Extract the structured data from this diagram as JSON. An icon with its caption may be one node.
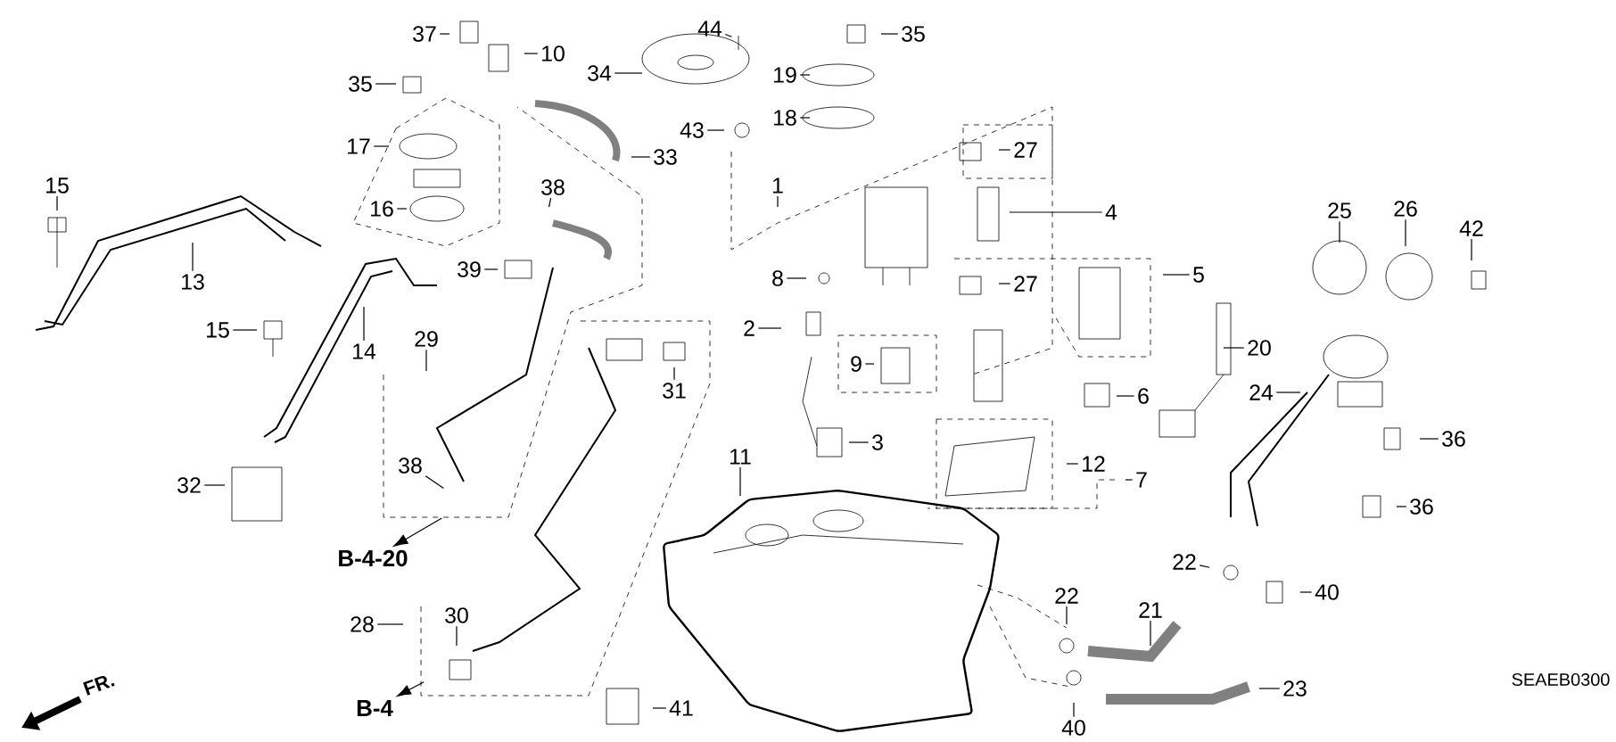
{
  "diagram": {
    "nodes": [
      {
        "text": [
          "37"
        ]
      },
      {
        "text": [
          "44"
        ]
      },
      {
        "text": [
          "35"
        ]
      },
      {
        "text": [
          "10"
        ]
      },
      {
        "text": [
          "34"
        ]
      },
      {
        "text": [
          "19"
        ]
      },
      {
        "text": [
          "35"
        ]
      },
      {
        "text": [
          "18"
        ]
      },
      {
        "text": [
          "43"
        ]
      },
      {
        "text": [
          "17"
        ]
      },
      {
        "text": [
          "27"
        ]
      },
      {
        "text": [
          "33"
        ]
      },
      {
        "text": [
          "15"
        ]
      },
      {
        "text": [
          "1"
        ]
      },
      {
        "text": [
          "38"
        ]
      },
      {
        "text": [
          "16"
        ]
      },
      {
        "text": [
          "25"
        ]
      },
      {
        "text": [
          "26"
        ]
      },
      {
        "text": [
          "4"
        ]
      },
      {
        "text": [
          "42"
        ]
      },
      {
        "text": [
          "39"
        ]
      },
      {
        "text": [
          "5"
        ]
      },
      {
        "text": [
          "8"
        ]
      },
      {
        "text": [
          "13"
        ]
      },
      {
        "text": [
          "27"
        ]
      },
      {
        "text": [
          "2"
        ]
      },
      {
        "text": [
          "15"
        ]
      },
      {
        "text": [
          "29"
        ]
      },
      {
        "text": [
          "20"
        ]
      },
      {
        "text": [
          "14"
        ]
      },
      {
        "text": [
          "9"
        ]
      },
      {
        "text": [
          "31"
        ]
      },
      {
        "text": [
          "24"
        ]
      },
      {
        "text": [
          "6"
        ]
      },
      {
        "text": [
          "36"
        ]
      },
      {
        "text": [
          "3"
        ]
      },
      {
        "text": [
          "11"
        ]
      },
      {
        "text": [
          "12"
        ]
      },
      {
        "text": [
          "38"
        ]
      },
      {
        "text": [
          "7"
        ]
      },
      {
        "text": [
          "32"
        ]
      },
      {
        "text": [
          "36"
        ]
      },
      {
        "text": [
          "B-4-20"
        ]
      },
      {
        "text": [
          "22"
        ]
      },
      {
        "text": [
          "40"
        ]
      },
      {
        "text": [
          "22"
        ]
      },
      {
        "text": [
          "21"
        ]
      },
      {
        "text": [
          "30"
        ]
      },
      {
        "text": [
          "28"
        ]
      },
      {
        "text": [
          "23"
        ]
      },
      {
        "text": [
          "41"
        ]
      },
      {
        "text": [
          "B-4"
        ]
      },
      {
        "text": [
          "40"
        ]
      }
    ],
    "edges": [
      {
        "from": 0,
        "to": null,
        "arrow": "none"
      },
      {
        "from": 1,
        "to": null,
        "arrow": "none"
      },
      {
        "from": 2,
        "to": null,
        "arrow": "none"
      },
      {
        "from": 3,
        "to": null,
        "arrow": "none"
      },
      {
        "from": 4,
        "to": null,
        "arrow": "none"
      },
      {
        "from": 5,
        "to": null,
        "arrow": "none"
      },
      {
        "from": 6,
        "to": null,
        "arrow": "none"
      },
      {
        "from": 7,
        "to": null,
        "arrow": "none"
      },
      {
        "from": 8,
        "to": null,
        "arrow": "none"
      },
      {
        "from": 9,
        "to": null,
        "arrow": "none"
      },
      {
        "from": 10,
        "to": null,
        "arrow": "none"
      },
      {
        "from": 11,
        "to": null,
        "arrow": "none"
      },
      {
        "from": 12,
        "to": null,
        "arrow": "none"
      },
      {
        "from": 13,
        "to": null,
        "arrow": "none"
      },
      {
        "from": 14,
        "to": null,
        "arrow": "none"
      },
      {
        "from": 15,
        "to": null,
        "arrow": "none"
      },
      {
        "from": 16,
        "to": null,
        "arrow": "none"
      },
      {
        "from": 17,
        "to": null,
        "arrow": "none"
      },
      {
        "from": 18,
        "to": null,
        "arrow": "none"
      },
      {
        "from": 19,
        "to": null,
        "arrow": "none"
      },
      {
        "from": 20,
        "to": null,
        "arrow": "none"
      },
      {
        "from": 21,
        "to": null,
        "arrow": "none"
      },
      {
        "from": 22,
        "to": null,
        "arrow": "none"
      },
      {
        "from": 23,
        "to": null,
        "arrow": "none"
      },
      {
        "from": 24,
        "to": null,
        "arrow": "none"
      },
      {
        "from": 25,
        "to": null,
        "arrow": "none"
      },
      {
        "from": 26,
        "to": null,
        "arrow": "none"
      },
      {
        "from": 27,
        "to": null,
        "arrow": "none"
      },
      {
        "from": 28,
        "to": null,
        "arrow": "none"
      },
      {
        "from": 29,
        "to": null,
        "arrow": "none"
      },
      {
        "from": 30,
        "to": null,
        "arrow": "none"
      },
      {
        "from": 31,
        "to": null,
        "arrow": "none"
      },
      {
        "from": 32,
        "to": null,
        "arrow": "none"
      },
      {
        "from": 33,
        "to": null,
        "arrow": "none"
      },
      {
        "from": 34,
        "to": null,
        "arrow": "none"
      },
      {
        "from": 35,
        "to": null,
        "arrow": "none"
      },
      {
        "from": 36,
        "to": null,
        "arrow": "none"
      },
      {
        "from": 37,
        "to": null,
        "arrow": "none"
      },
      {
        "from": 38,
        "to": null,
        "arrow": "none"
      },
      {
        "from": 39,
        "to": null,
        "arrow": "none"
      },
      {
        "from": 40,
        "to": null,
        "arrow": "none"
      },
      {
        "from": 41,
        "to": null,
        "arrow": "none"
      },
      {
        "from": null,
        "to": 42,
        "arrow": "to"
      },
      {
        "from": 43,
        "to": null,
        "arrow": "none"
      },
      {
        "from": 44,
        "to": null,
        "arrow": "none"
      },
      {
        "from": 45,
        "to": null,
        "arrow": "none"
      },
      {
        "from": 46,
        "to": null,
        "arrow": "none"
      },
      {
        "from": 47,
        "to": null,
        "arrow": "none"
      },
      {
        "from": 48,
        "to": null,
        "arrow": "none"
      },
      {
        "from": 49,
        "to": null,
        "arrow": "none"
      },
      {
        "from": 50,
        "to": null,
        "arrow": "none"
      },
      {
        "from": null,
        "to": 51,
        "arrow": "to"
      },
      {
        "from": 52,
        "to": null,
        "arrow": "none"
      }
    ],
    "labels": [
      "SEAEB0300",
      "FR."
    ]
  }
}
